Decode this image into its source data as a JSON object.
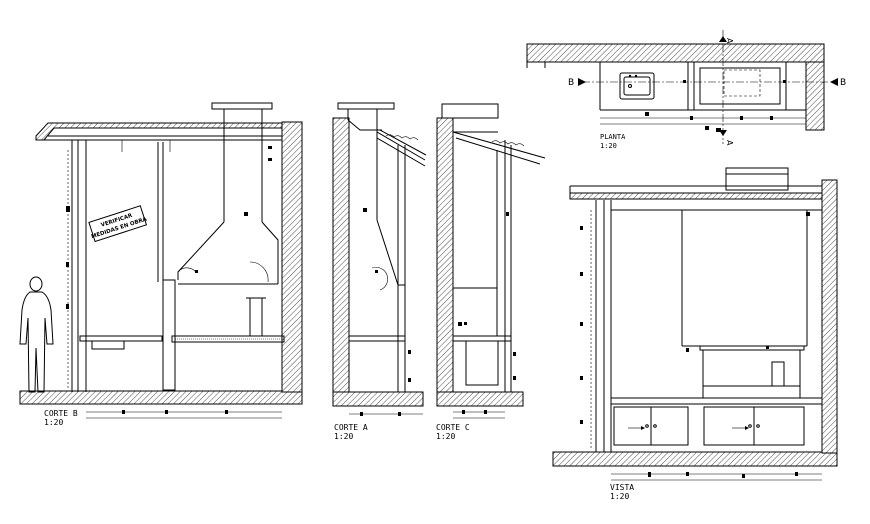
{
  "views": {
    "corte_b": {
      "title": "CORTE B",
      "scale": "1:20"
    },
    "corte_a": {
      "title": "CORTE A",
      "scale": "1:20"
    },
    "corte_c": {
      "title": "CORTE C",
      "scale": "1:20"
    },
    "planta": {
      "title": "PLANTA",
      "scale": "1:20"
    },
    "vista": {
      "title": "VISTA",
      "scale": "1:20"
    }
  },
  "note": {
    "line1": "VERIFICAR",
    "line2": "MEDIDAS EN OBRA"
  },
  "section_marks": {
    "a_top": "A",
    "a_bottom": "A",
    "b_left": "B",
    "b_right": "B"
  },
  "colors": {
    "line": "#000000",
    "background": "#ffffff"
  }
}
